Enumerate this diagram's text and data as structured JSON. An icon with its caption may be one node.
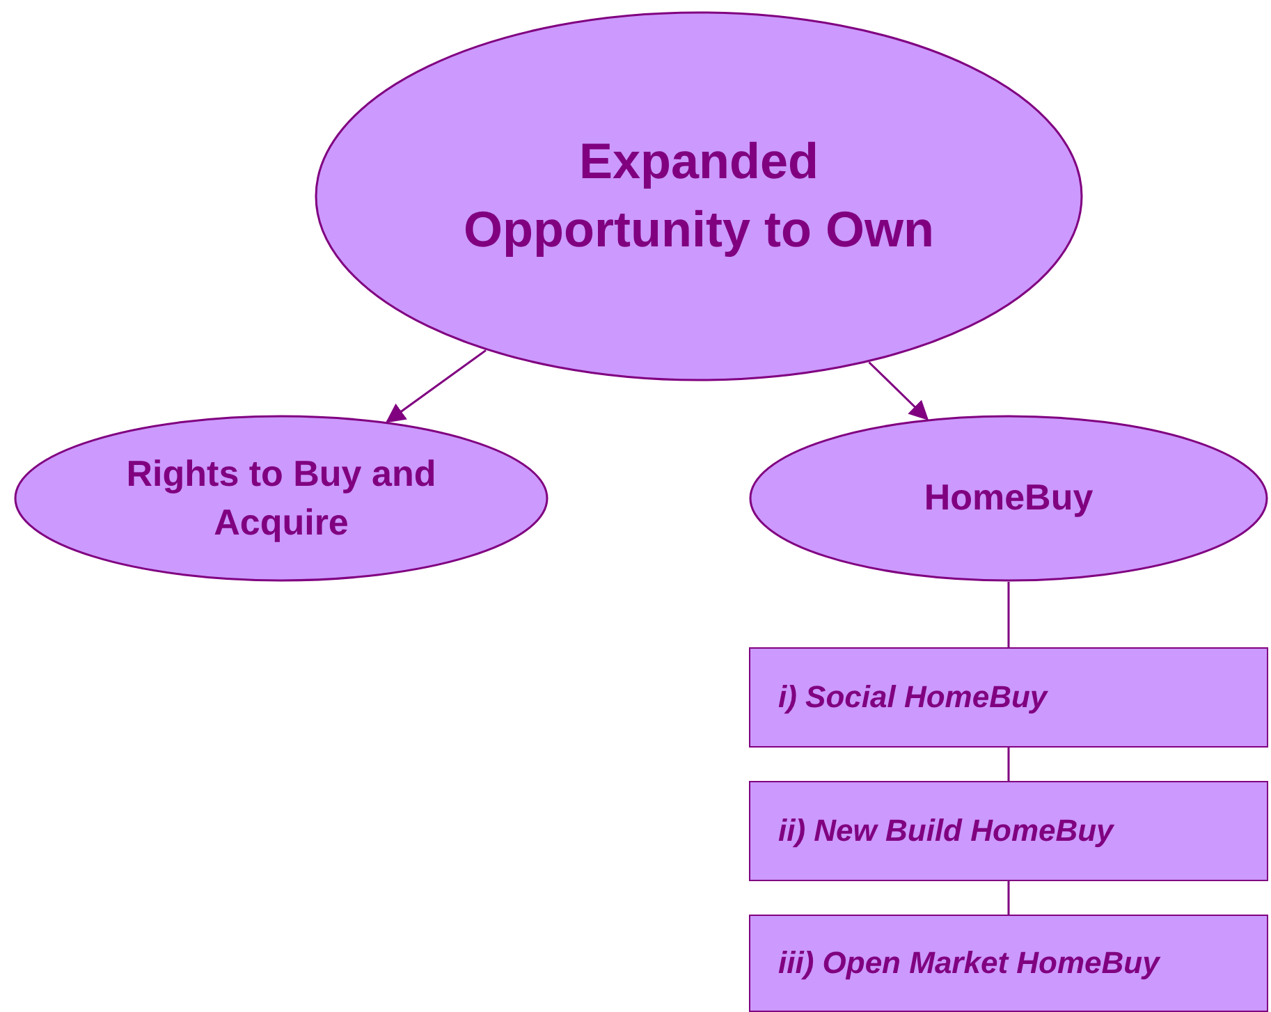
{
  "diagram": {
    "nodes": [
      {
        "text": [
          "Expanded Opportunity to Own"
        ]
      },
      {
        "text": [
          "Rights to Buy and Acquire"
        ]
      },
      {
        "text": [
          "HomeBuy"
        ]
      },
      {
        "text": [
          "i) Social HomeBuy"
        ]
      },
      {
        "text": [
          "ii) New Build HomeBuy"
        ]
      },
      {
        "text": [
          "iii) Open Market HomeBuy"
        ]
      }
    ],
    "edges": [
      {
        "from": 0,
        "to": 1,
        "arrow": "to"
      },
      {
        "from": 0,
        "to": 2,
        "arrow": "to"
      },
      {
        "from": 2,
        "to": 3,
        "arrow": "none"
      },
      {
        "from": 3,
        "to": 4,
        "arrow": "none"
      },
      {
        "from": 4,
        "to": 5,
        "arrow": "none"
      }
    ]
  }
}
